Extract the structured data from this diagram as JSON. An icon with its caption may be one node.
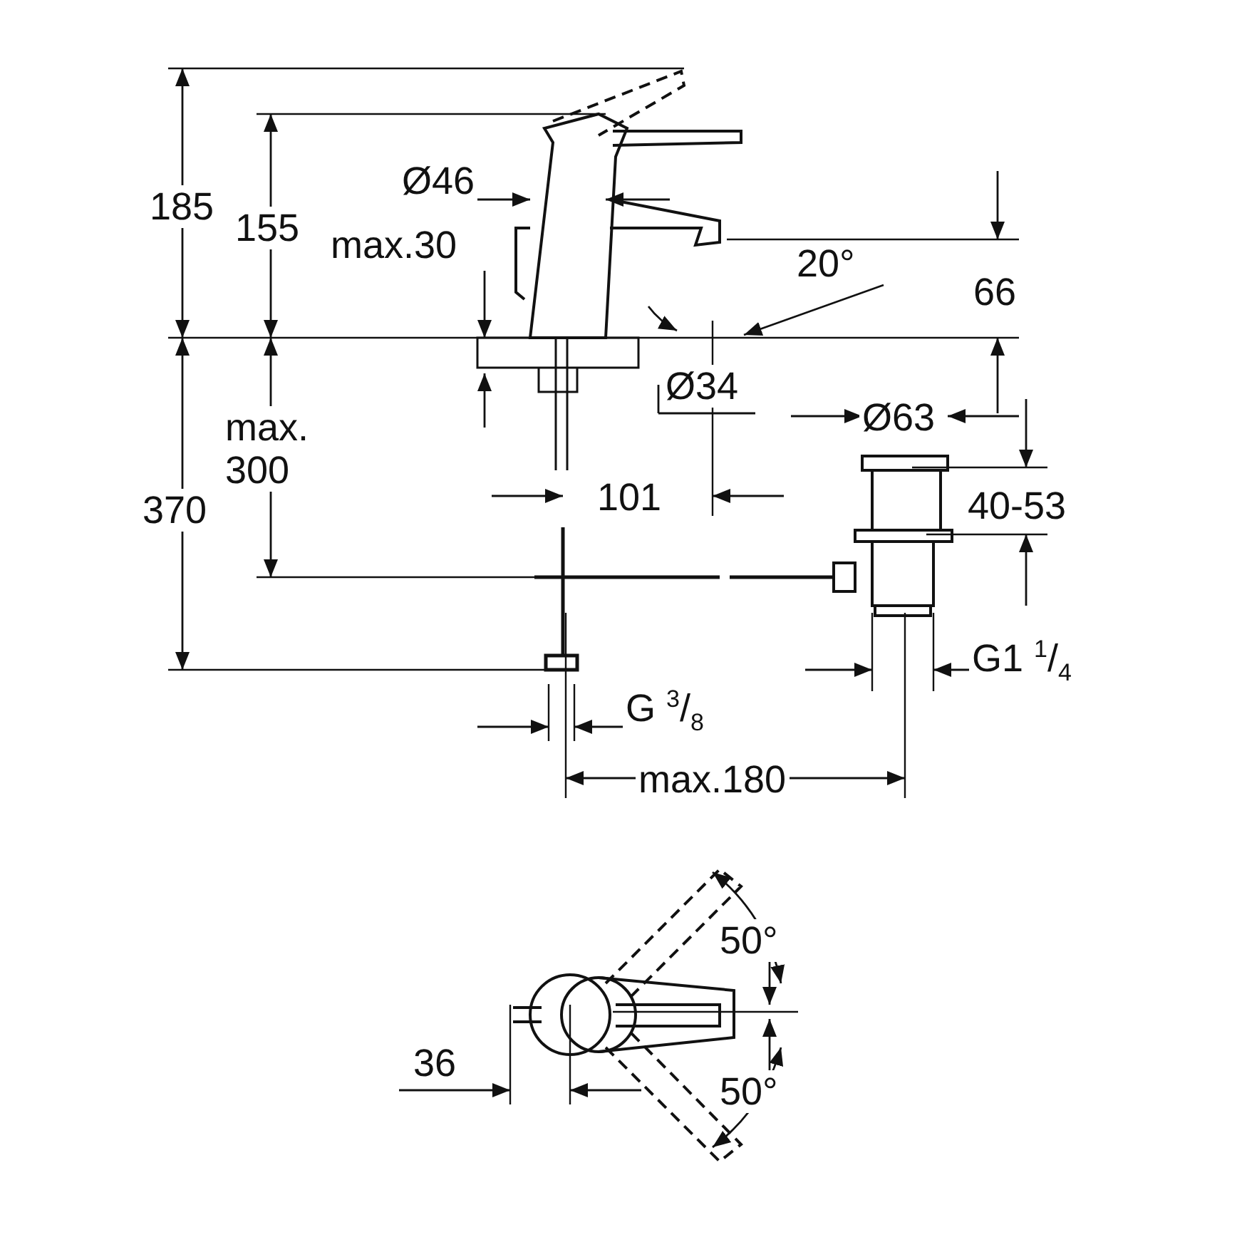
{
  "diagram": {
    "labels": [
      "185",
      "155",
      "Ø46",
      "max.30",
      "20°",
      "66",
      "Ø34",
      "Ø63",
      "max. 300",
      "370",
      "101",
      "40-53",
      "G1 $^{1}$/$_{4}$",
      "G $^{3}$/$_{8}$",
      "max.180",
      "50°",
      "36",
      "50°"
    ]
  }
}
